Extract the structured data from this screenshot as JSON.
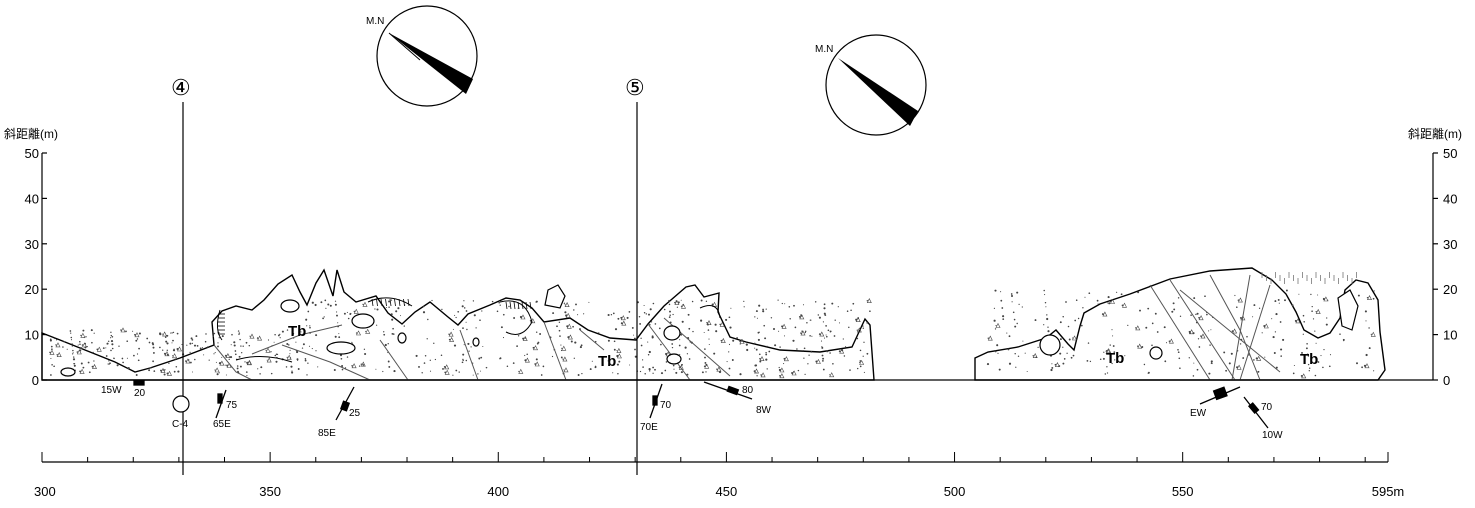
{
  "section": {
    "chainage_ticks": [
      "300",
      "350",
      "400",
      "450",
      "500",
      "550",
      "595m"
    ],
    "chainage_values": [
      300,
      350,
      400,
      450,
      500,
      550,
      595
    ],
    "slope_axis": {
      "title": "斜距離(m)",
      "ticks": [
        "50",
        "40",
        "30",
        "20",
        "10",
        "0"
      ],
      "values": [
        50,
        40,
        30,
        20,
        10,
        0
      ]
    },
    "stations": [
      {
        "label": "④",
        "chainage": 330
      },
      {
        "label": "⑤",
        "chainage": 430
      }
    ],
    "north_arrows": [
      {
        "label": "M.N"
      },
      {
        "label": "M.N"
      }
    ],
    "geology_labels": [
      "Tb",
      "Tb",
      "Tb",
      "Tb"
    ],
    "borehole": {
      "label": "C-4"
    },
    "measurements": [
      "15W",
      "20",
      "75",
      "65E",
      "25",
      "85E",
      "70",
      "70E",
      "80",
      "8W",
      "EW",
      "70",
      "10W"
    ]
  }
}
